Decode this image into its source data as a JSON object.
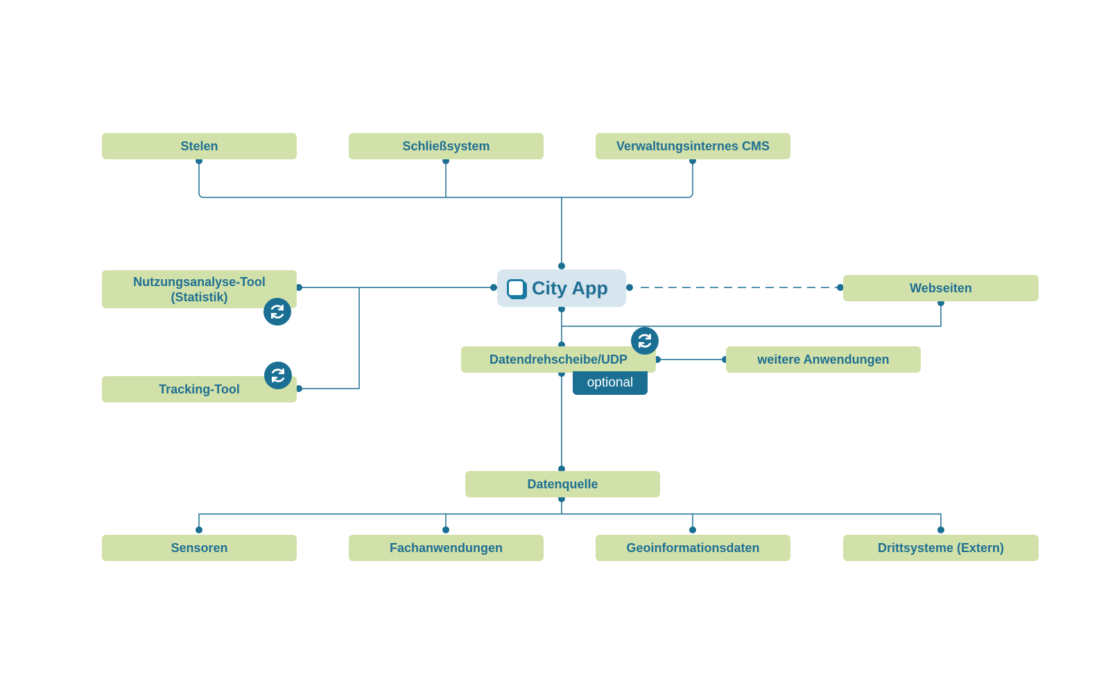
{
  "diagram": {
    "center": {
      "label": "City App",
      "icon": "app-window-icon"
    },
    "top_systems": [
      "Stelen",
      "Schließsystem",
      "Verwaltungsinternes CMS"
    ],
    "left_tools": [
      {
        "label": "Nutzungsanalyse-Tool\n(Statistik)",
        "icon": "sync-icon"
      },
      {
        "label": "Tracking-Tool",
        "icon": "sync-icon"
      }
    ],
    "right": {
      "label": "Webseiten",
      "connection": "dashed"
    },
    "hub": {
      "label": "Datendrehscheibe/UDP",
      "icon": "sync-icon",
      "badge": "optional"
    },
    "hub_side": {
      "label": "weitere Anwendungen"
    },
    "source": {
      "label": "Datenquelle"
    },
    "bottom_sources": [
      "Sensoren",
      "Fachanwendungen",
      "Geoinformationsdaten",
      "Drittsysteme (Extern)"
    ],
    "colors": {
      "box": "#d1e1a9",
      "line": "#1a6f93",
      "text": "#1f6f93",
      "center": "#d6e5ee"
    }
  }
}
